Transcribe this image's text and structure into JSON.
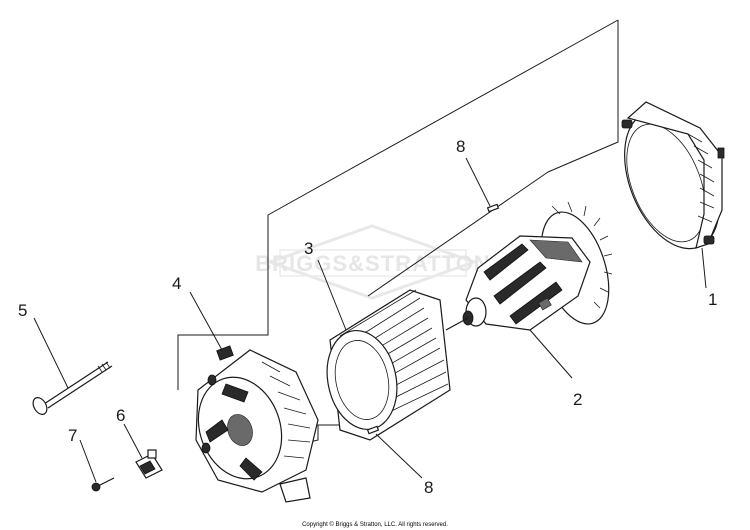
{
  "watermark": {
    "text": "BRIGGS&STRATTON"
  },
  "callouts": [
    {
      "id": "1",
      "label": "1"
    },
    {
      "id": "2",
      "label": "2"
    },
    {
      "id": "3",
      "label": "3"
    },
    {
      "id": "4",
      "label": "4"
    },
    {
      "id": "5",
      "label": "5"
    },
    {
      "id": "6",
      "label": "6"
    },
    {
      "id": "7",
      "label": "7"
    },
    {
      "id": "8a",
      "label": "8"
    },
    {
      "id": "8b",
      "label": "8"
    }
  ],
  "footer": {
    "copyright": "Copyright © Briggs & Stratton, LLC. All rights reserved."
  }
}
